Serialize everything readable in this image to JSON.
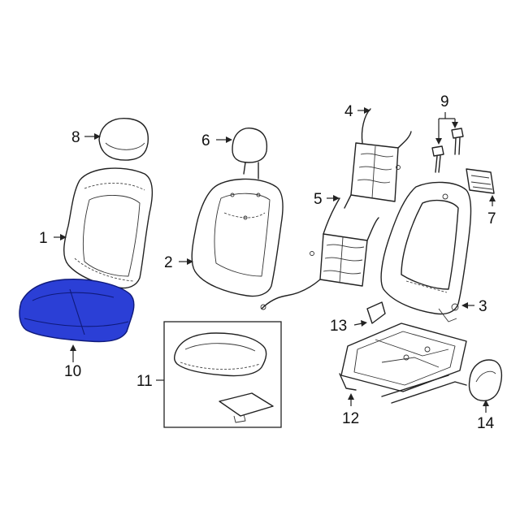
{
  "highlight_color": "#2b3fd6",
  "callouts": {
    "c1": "1",
    "c2": "2",
    "c3": "3",
    "c4": "4",
    "c5": "5",
    "c6": "6",
    "c7": "7",
    "c8": "8",
    "c9": "9",
    "c10": "10",
    "c11": "11",
    "c12": "12",
    "c13": "13",
    "c14": "14"
  },
  "highlighted_part": "10"
}
